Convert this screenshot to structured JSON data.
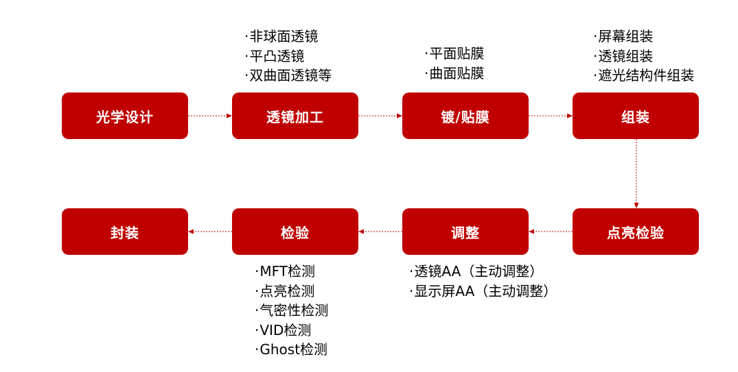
{
  "steps": {
    "s1": "光学设计",
    "s2": "透镜加工",
    "s3": "镀/贴膜",
    "s4": "组装",
    "s5": "点亮检验",
    "s6": "调整",
    "s7": "检验",
    "s8": "封装"
  },
  "notes": {
    "lens_processing": [
      "非球面透镜",
      "平凸透镜",
      "双曲面透镜等"
    ],
    "coating": [
      "平面贴膜",
      "曲面贴膜"
    ],
    "assembly": [
      "屏幕组装",
      "透镜组装",
      "遮光结构件组装"
    ],
    "adjustment": [
      "透镜AA（主动调整）",
      "显示屏AA（主动调整）"
    ],
    "inspection": [
      "MFT检测",
      "点亮检测",
      "气密性检测",
      "VID检测",
      "Ghost检测"
    ]
  },
  "bullet": "·",
  "colors": {
    "box_fill": "#c00000",
    "box_text": "#ffffff",
    "arrow": "#c00000",
    "note_text": "#000000"
  }
}
